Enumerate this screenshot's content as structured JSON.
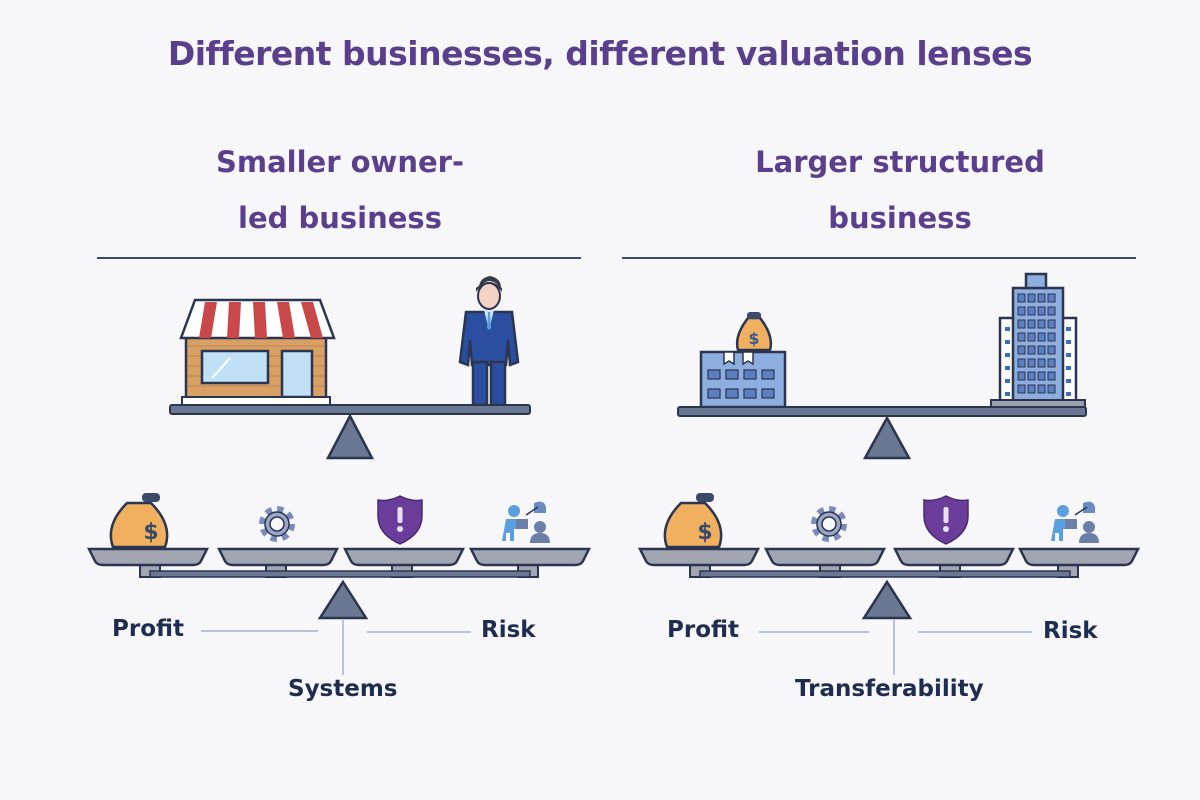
{
  "title": "Different businesses, different valuation lenses",
  "panels": [
    {
      "heading_line1": "Smaller owner-",
      "heading_line2": "led business",
      "top_scale": {
        "left_item": "storefront",
        "right_item": "business-owner"
      },
      "bottom_scale": {
        "pans": [
          "money-bag",
          "gear",
          "risk-shield",
          "handover-people"
        ]
      },
      "labels": {
        "left": "Profit",
        "right": "Risk",
        "bottom": "Systems"
      }
    },
    {
      "heading_line1": "Larger structured",
      "heading_line2": "business",
      "top_scale": {
        "left_item": "office-with-money-bag",
        "right_item": "skyscraper"
      },
      "bottom_scale": {
        "pans": [
          "money-bag",
          "gear",
          "risk-shield",
          "handover-people"
        ]
      },
      "labels": {
        "left": "Profit",
        "right": "Risk",
        "bottom": "Transferability"
      }
    }
  ],
  "colors": {
    "title": "#5a3f8c",
    "label": "#1e2d4f",
    "beam": "#6b7894",
    "outline": "#2b3550",
    "money_bag": "#f0b060",
    "gear": "#9aa8c8",
    "shield": "#6a3d9a",
    "suit": "#2a4fa0",
    "building": "#8faee0"
  }
}
